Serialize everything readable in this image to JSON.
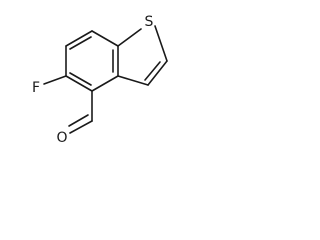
{
  "molecule": {
    "atoms": {
      "sulfur": "S",
      "fluorine": "F",
      "oxygen": "O"
    },
    "colors": {
      "bond": "#1a1a1a",
      "label": "#1a1a1a",
      "background": "#ffffff"
    }
  }
}
